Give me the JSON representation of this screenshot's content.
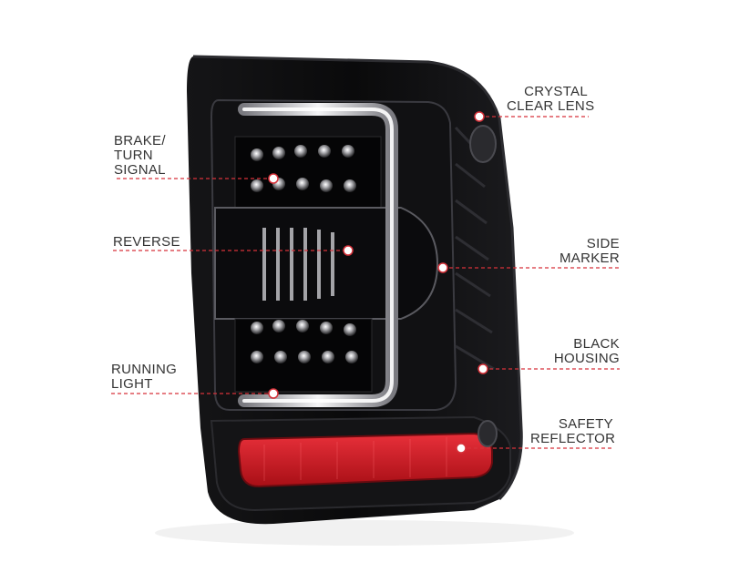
{
  "callouts": [
    {
      "id": "brake",
      "lines": [
        "BRAKE/",
        "TURN",
        "SIGNAL"
      ]
    },
    {
      "id": "reverse",
      "lines": [
        "REVERSE"
      ]
    },
    {
      "id": "running",
      "lines": [
        "RUNNING",
        "LIGHT"
      ]
    },
    {
      "id": "crystal",
      "lines": [
        "CRYSTAL",
        "CLEAR LENS"
      ]
    },
    {
      "id": "side",
      "lines": [
        "SIDE",
        "MARKER"
      ]
    },
    {
      "id": "black",
      "lines": [
        "BLACK",
        "HOUSING"
      ]
    },
    {
      "id": "safety",
      "lines": [
        "SAFETY",
        "REFLECTOR"
      ]
    }
  ],
  "colors": {
    "leader": "#d6323a",
    "dot": "#ffffff",
    "housing": "#0c0c0e",
    "reflector": "#d11a22",
    "text": "#333333"
  }
}
